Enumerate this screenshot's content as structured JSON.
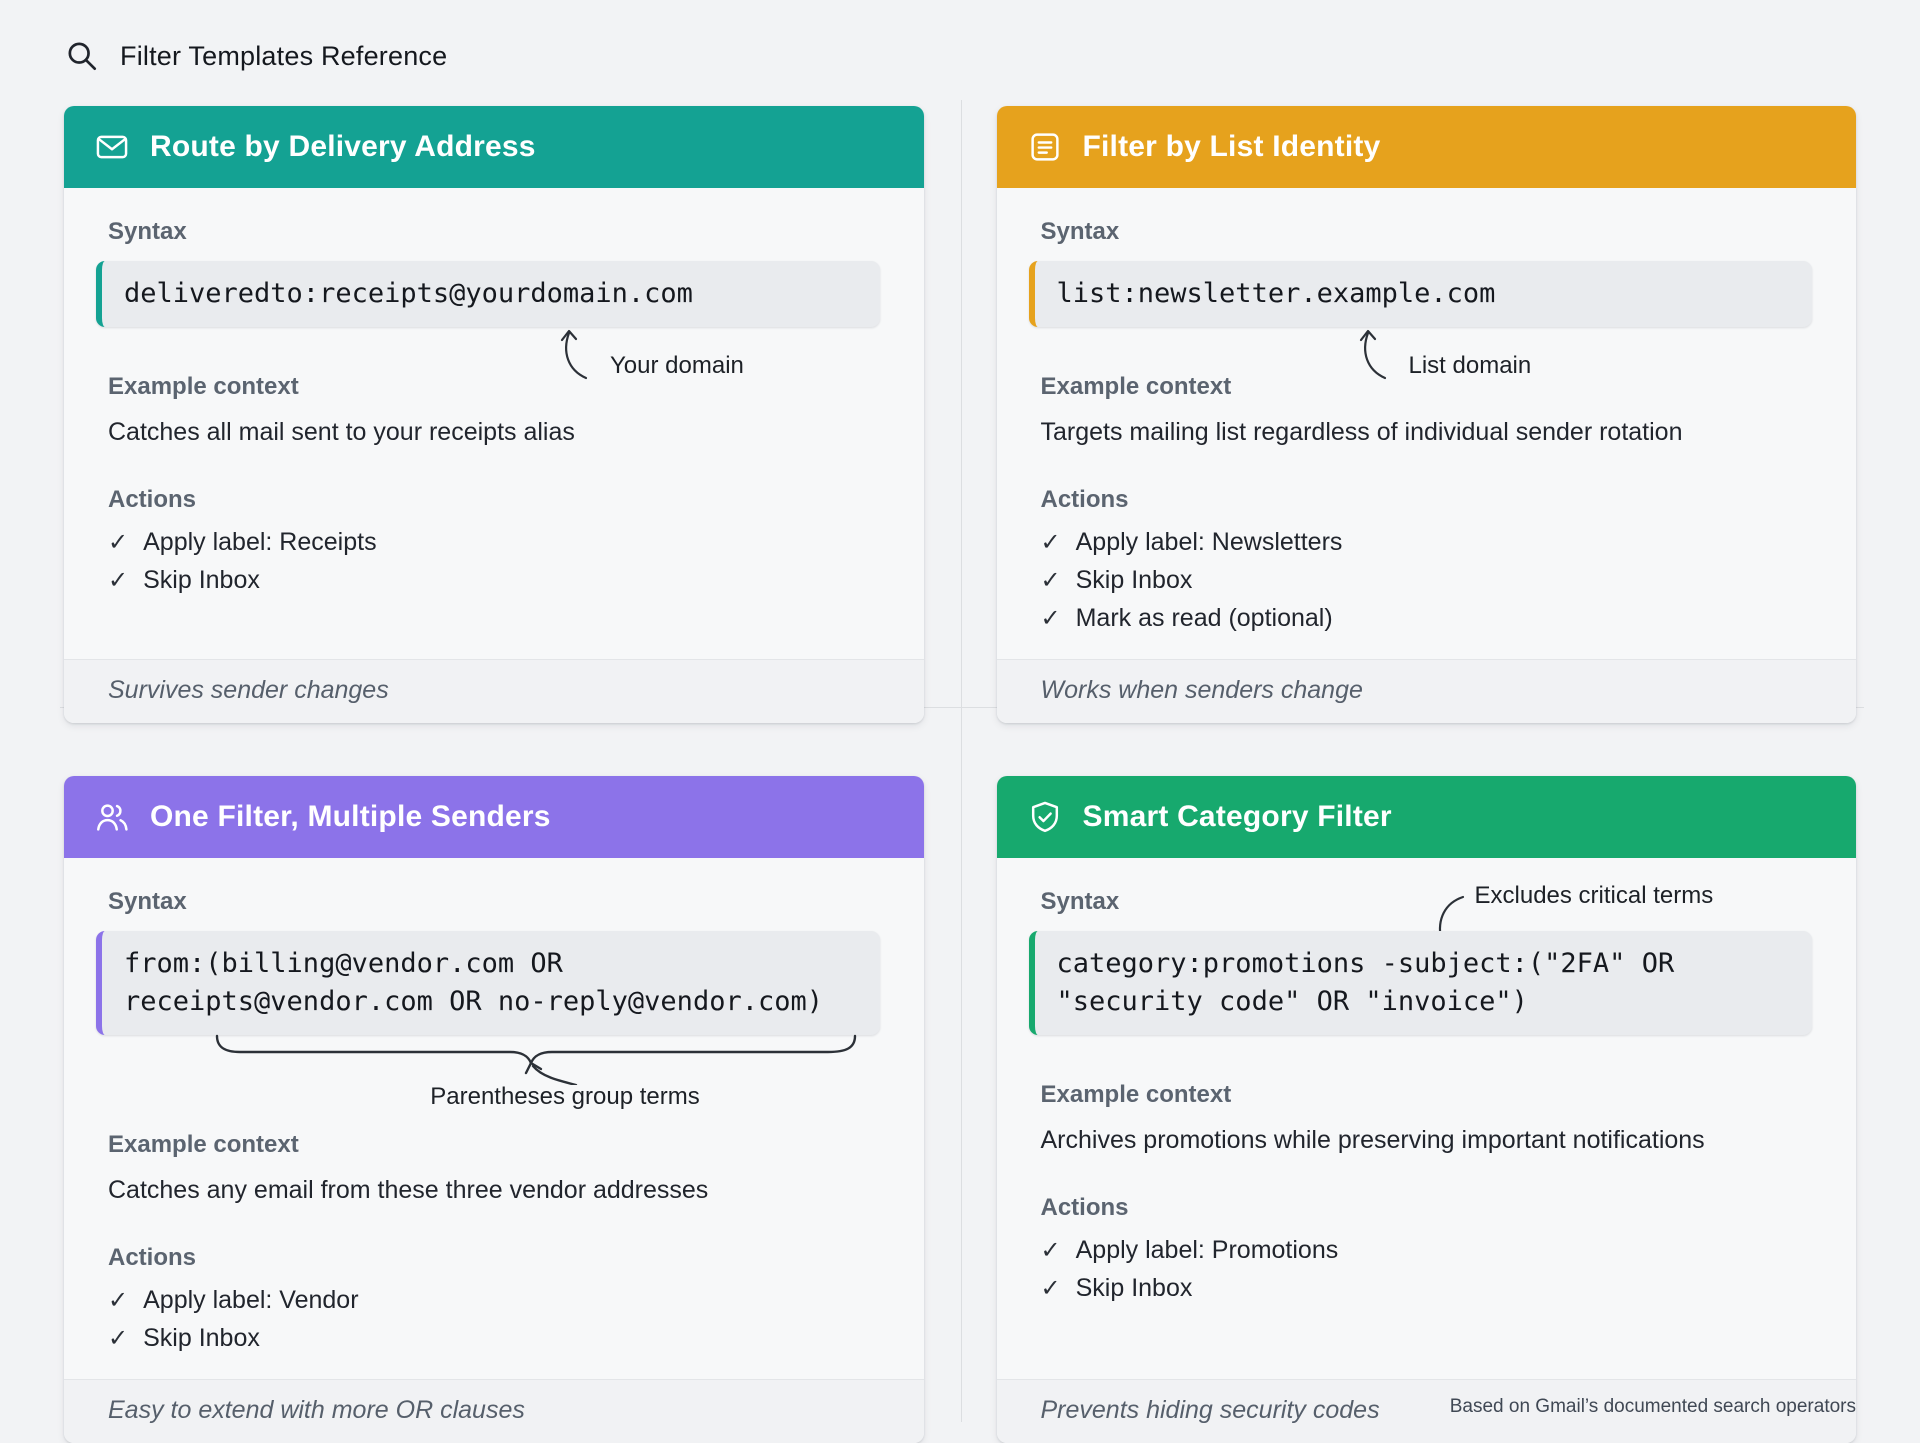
{
  "page": {
    "title": "Filter Templates Reference",
    "footnote": "Based on Gmail’s documented search operators"
  },
  "labels": {
    "syntax": "Syntax",
    "context": "Example context",
    "actions": "Actions",
    "check": "✓"
  },
  "cards": [
    {
      "title": "Route by Delivery Address",
      "icon": "envelope-icon",
      "accent": "#14A293",
      "code_lines": [
        "deliveredto:receipts@yourdomain.com"
      ],
      "annotation": "Your domain",
      "context": "Catches all mail sent to your receipts alias",
      "actions": [
        "Apply label: Receipts",
        "Skip Inbox"
      ],
      "footer": "Survives sender changes"
    },
    {
      "title": "Filter by List Identity",
      "icon": "list-icon",
      "accent": "#E6A21D",
      "code_lines": [
        "list:newsletter.example.com"
      ],
      "annotation": "List domain",
      "context": "Targets mailing list regardless of individual sender rotation",
      "actions": [
        "Apply label: Newsletters",
        "Skip Inbox",
        "Mark as read (optional)"
      ],
      "footer": "Works when senders change"
    },
    {
      "title": "One Filter, Multiple Senders",
      "icon": "users-icon",
      "accent": "#8C73E9",
      "code_lines": [
        "from:(billing@vendor.com OR",
        "receipts@vendor.com OR no-reply@vendor.com)"
      ],
      "annotation": "Parentheses group terms",
      "context": "Catches any email from these three vendor addresses",
      "actions": [
        "Apply label: Vendor",
        "Skip Inbox"
      ],
      "footer": "Easy to extend with more OR clauses"
    },
    {
      "title": "Smart Category Filter",
      "icon": "shield-check-icon",
      "accent": "#17A96E",
      "code_lines": [
        "category:promotions -subject:(\"2FA\" OR",
        "\"security code\" OR \"invoice\")"
      ],
      "annotation": "Excludes critical terms",
      "context": "Archives promotions while preserving important notifications",
      "actions": [
        "Apply label: Promotions",
        "Skip Inbox"
      ],
      "footer": "Prevents hiding security codes"
    }
  ]
}
